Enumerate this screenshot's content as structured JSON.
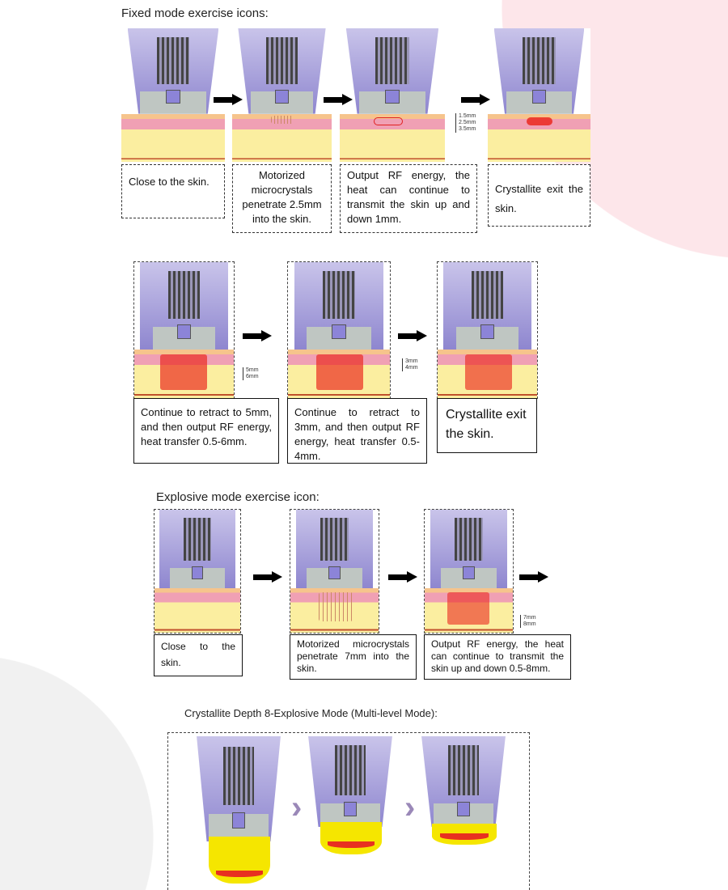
{
  "fixed_mode": {
    "title": "Fixed mode exercise icons:",
    "depth_labels": [
      "1.5mm",
      "2.5mm",
      "3.5mm"
    ],
    "steps": [
      "Close to the skin.",
      "Motorized microcrystals penetrate 2.5mm into the skin.",
      "Output RF energy, the heat can continue to transmit the skin up and down 1mm.",
      "Crystallite exit the skin."
    ]
  },
  "retract_mode": {
    "depth_labels_a": [
      "5mm",
      "6mm"
    ],
    "depth_labels_b": [
      "3mm",
      "4mm"
    ],
    "steps": [
      "Continue to retract to 5mm, and then output RF energy, heat transfer 0.5-6mm.",
      "Continue to retract to 3mm, and then output RF energy, heat transfer 0.5-4mm.",
      "Crystallite exit the skin."
    ]
  },
  "explosive_mode": {
    "title": "Explosive mode exercise icon:",
    "depth_labels": [
      "7mm",
      "8mm"
    ],
    "steps": [
      "Close to the skin.",
      "Motorized microcrystals penetrate 7mm into the skin.",
      "Output RF energy, the heat can continue to transmit the skin up and down 0.5-8mm."
    ]
  },
  "multilevel_mode": {
    "title": "Crystallite Depth 8-Explosive Mode (Multi-level Mode):"
  }
}
